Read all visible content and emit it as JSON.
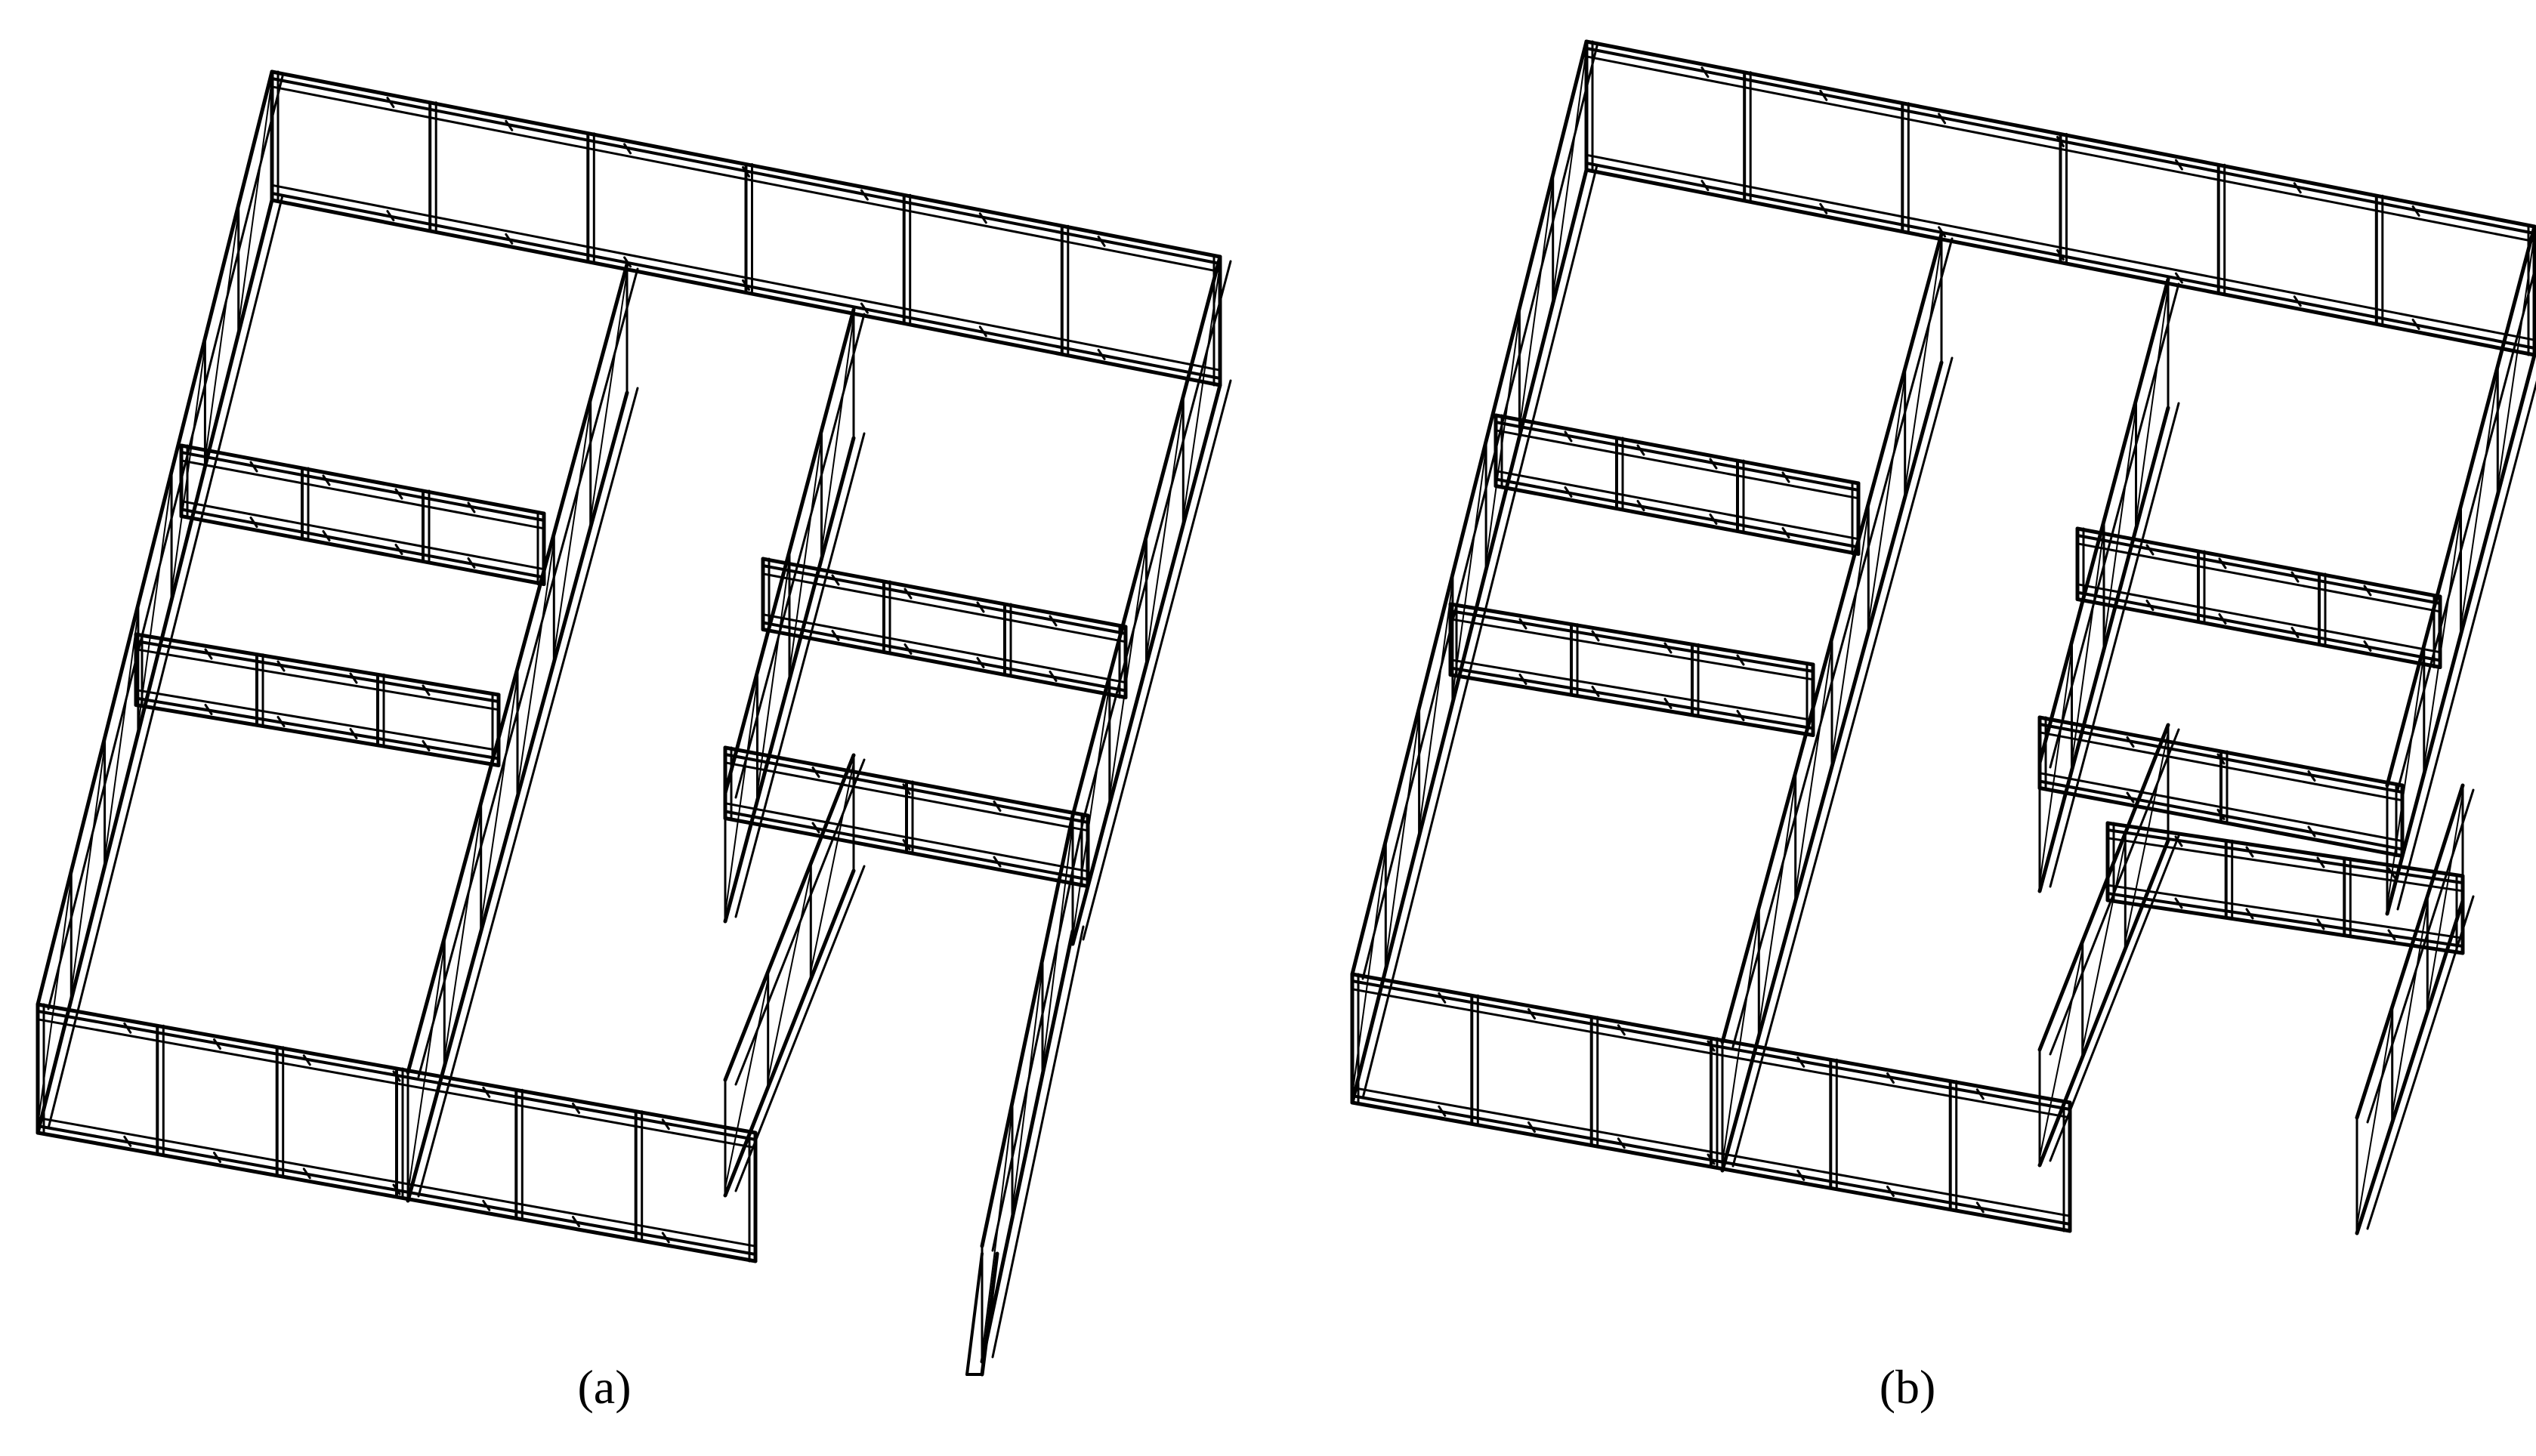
{
  "figure": {
    "panels": [
      {
        "id": "a",
        "caption": "(a)"
      },
      {
        "id": "b",
        "caption": "(b)"
      }
    ],
    "stroke_color": "#000000",
    "background_color": "#ffffff"
  }
}
